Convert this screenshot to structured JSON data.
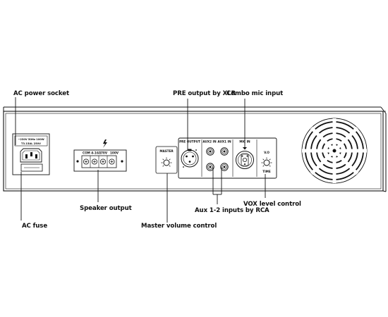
{
  "callouts": {
    "ac_power_socket": "AC power socket",
    "pre_output": "PRE output by XLR",
    "combo_mic": "Combo mic input",
    "speaker_output": "Speaker output",
    "ac_fuse": "AC fuse",
    "master_volume": "Master volume control",
    "aux_inputs": "Aux 1-2 inputs by RCA",
    "vox_level": "VOX level control"
  },
  "panel": {
    "power_line1": "~230V 50Hz 100W",
    "power_line2": "T3.15AL 250V",
    "spk_com": "COM 4-16Ω",
    "spk_70v": "70V",
    "spk_100v": "100V",
    "master": "MASTER",
    "pre_output": "PRE OUTPUT",
    "aux2": "AUX2 IN",
    "aux1": "AUX1 IN",
    "mic_in": "MIC IN",
    "vo": "V.O",
    "time": "TIME"
  }
}
